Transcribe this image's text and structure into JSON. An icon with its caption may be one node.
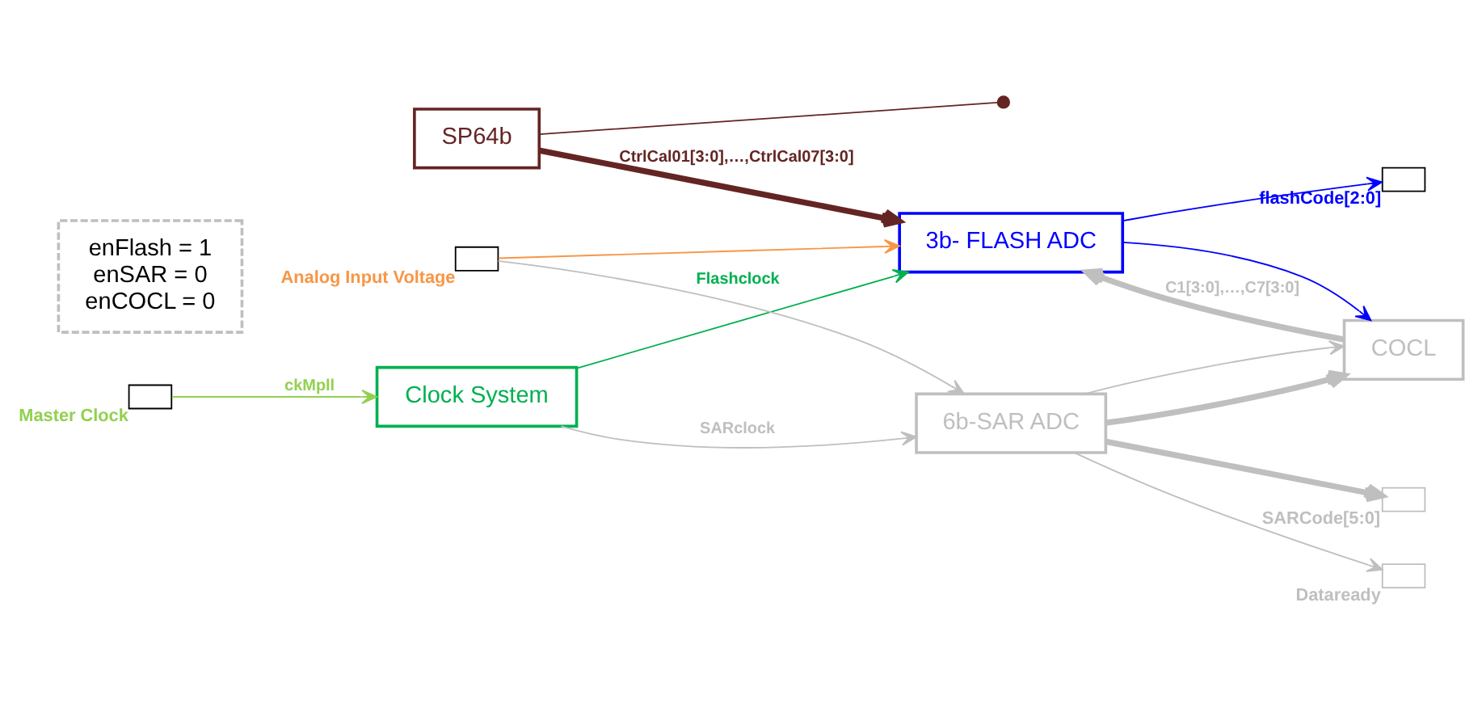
{
  "diagram": {
    "nodes": [
      {
        "text": [
          "SP64b"
        ]
      },
      {
        "text": [
          "3b- FLASH ADC"
        ]
      },
      {
        "text": [
          "COCL"
        ]
      },
      {
        "text": [
          "6b-SAR ADC"
        ]
      },
      {
        "text": [
          "Clock System"
        ]
      },
      {
        "text": [],
        "shape": "box",
        "beside": [
          "Analog Input Voltage"
        ]
      },
      {
        "text": [],
        "shape": "box",
        "beside": [
          "flashCode[2:0]"
        ]
      },
      {
        "text": [],
        "shape": "box",
        "beside": [
          "SARCode[5:0]"
        ]
      },
      {
        "text": [],
        "shape": "box",
        "beside": [
          "Dataready"
        ]
      },
      {
        "text": [],
        "shape": "box",
        "beside": [
          "Master Clock"
        ]
      },
      {
        "text": [
          "enFlash = 1",
          "enSAR = 0",
          "enCOCL = 0"
        ]
      }
    ],
    "edges": [
      {
        "from": 0,
        "to": 1,
        "arrow": "to",
        "label": "CtrlCal01[3:0],…,CtrlCal07[3:0]",
        "style": "thick",
        "color": "#632523"
      },
      {
        "from": 0,
        "to": null,
        "arrow": "other",
        "color": "#632523"
      },
      {
        "from": 5,
        "to": 1,
        "arrow": "to",
        "color": "#f79646"
      },
      {
        "from": 5,
        "to": 3,
        "arrow": "to"
      },
      {
        "from": 1,
        "to": 6,
        "arrow": "to",
        "color": "#0000ff"
      },
      {
        "from": 1,
        "to": 2,
        "arrow": "to",
        "color": "#0000ff"
      },
      {
        "from": 2,
        "to": 1,
        "arrow": "to",
        "label": "C1[3:0],…,C7[3:0]",
        "style": "thick"
      },
      {
        "from": 3,
        "to": 2,
        "arrow": "to",
        "style": "thick"
      },
      {
        "from": 3,
        "to": 7,
        "arrow": "to",
        "style": "thick"
      },
      {
        "from": 3,
        "to": 8,
        "arrow": "to"
      },
      {
        "from": 3,
        "to": 2,
        "arrow": "to"
      },
      {
        "from": 4,
        "to": 1,
        "arrow": "to",
        "label": "Flashclock",
        "color": "#00b050"
      },
      {
        "from": 4,
        "to": 3,
        "arrow": "to",
        "label": "SARclock"
      },
      {
        "from": 9,
        "to": 4,
        "arrow": "to",
        "label": "ckMpll",
        "color": "#92d050"
      }
    ]
  }
}
